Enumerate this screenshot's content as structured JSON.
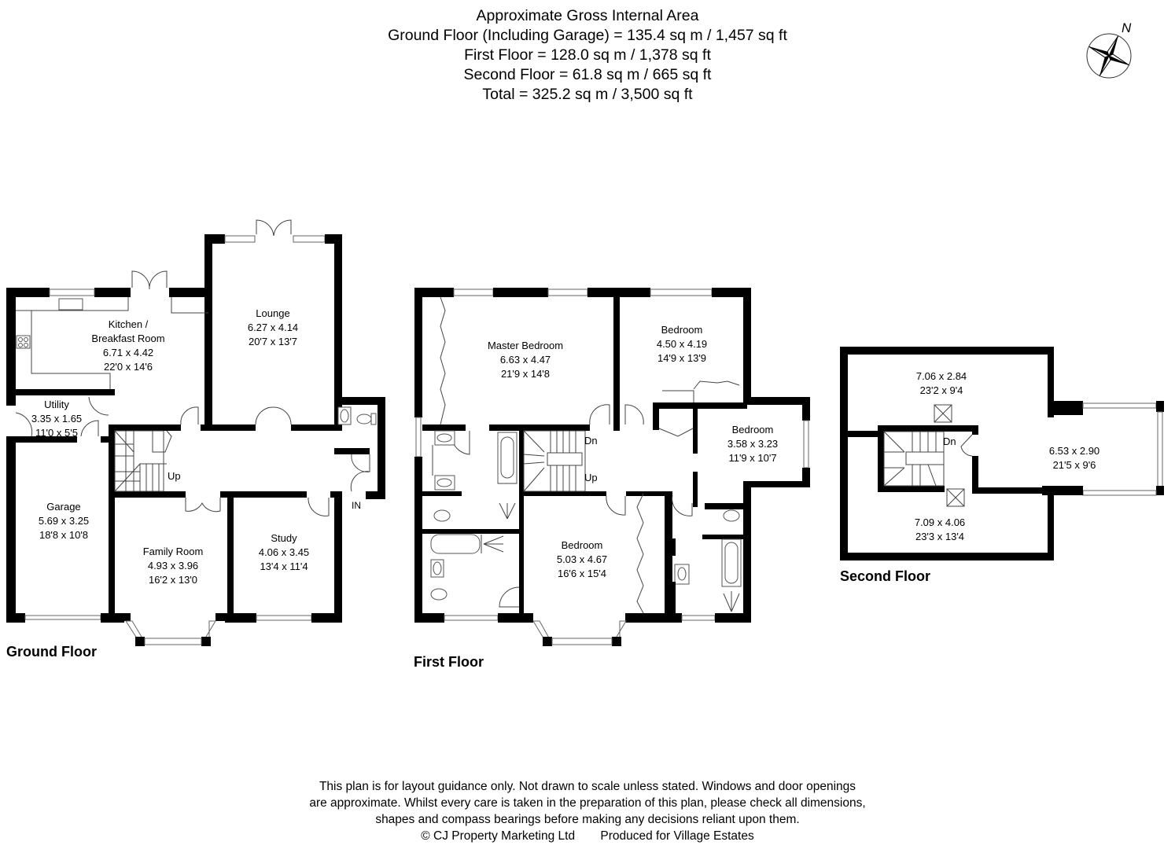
{
  "header": {
    "title": "Approximate Gross Internal Area",
    "lines": [
      "Ground Floor (Including Garage) = 135.4 sq m / 1,457 sq ft",
      "First Floor = 128.0 sq m / 1,378 sq ft",
      "Second Floor = 61.8 sq m / 665 sq ft",
      "Total = 325.2 sq m / 3,500 sq ft"
    ]
  },
  "compass": {
    "label": "N",
    "icon": "compass-rose-icon"
  },
  "floors": {
    "ground": {
      "label": "Ground Floor",
      "rooms": [
        {
          "name": "Kitchen /",
          "name2": "Breakfast Room",
          "metric": "6.71 x 4.42",
          "imperial": "22'0 x 14'6"
        },
        {
          "name": "Lounge",
          "metric": "6.27 x 4.14",
          "imperial": "20'7 x 13'7"
        },
        {
          "name": "Utility",
          "metric": "3.35 x 1.65",
          "imperial": "11'0 x 5'5"
        },
        {
          "name": "Garage",
          "metric": "5.69 x 3.25",
          "imperial": "18'8 x 10'8"
        },
        {
          "name": "Family Room",
          "metric": "4.93 x 3.96",
          "imperial": "16'2 x 13'0"
        },
        {
          "name": "Study",
          "metric": "4.06 x 3.45",
          "imperial": "13'4 x 11'4"
        }
      ],
      "stairs_label": "Up",
      "entrance_label": "IN"
    },
    "first": {
      "label": "First Floor",
      "rooms": [
        {
          "name": "Master Bedroom",
          "metric": "6.63 x 4.47",
          "imperial": "21'9 x 14'8"
        },
        {
          "name": "Bedroom",
          "metric": "4.50 x 4.19",
          "imperial": "14'9 x 13'9"
        },
        {
          "name": "Bedroom",
          "metric": "3.58 x 3.23",
          "imperial": "11'9 x 10'7"
        },
        {
          "name": "Bedroom",
          "metric": "5.03 x 4.67",
          "imperial": "16'6 x 15'4"
        }
      ],
      "stairs_down": "Dn",
      "stairs_up": "Up"
    },
    "second": {
      "label": "Second Floor",
      "rooms": [
        {
          "metric": "7.06 x 2.84",
          "imperial": "23'2 x 9'4"
        },
        {
          "metric": "6.53 x 2.90",
          "imperial": "21'5 x 9'6"
        },
        {
          "metric": "7.09 x 4.06",
          "imperial": "23'3 x 13'4"
        }
      ],
      "stairs_down": "Dn"
    }
  },
  "footer": {
    "disclaimer": [
      "This plan is for layout guidance only. Not drawn to scale unless stated. Windows and door openings",
      "are approximate. Whilst every care is taken in the preparation of this plan, please check all dimensions,",
      "shapes and compass bearings before making any decisions reliant upon them."
    ],
    "copyright": "© CJ Property Marketing Ltd",
    "produced_for": "Produced for Village Estates"
  },
  "colors": {
    "wall": "#000000",
    "background": "#ffffff",
    "fixture": "#555555"
  }
}
